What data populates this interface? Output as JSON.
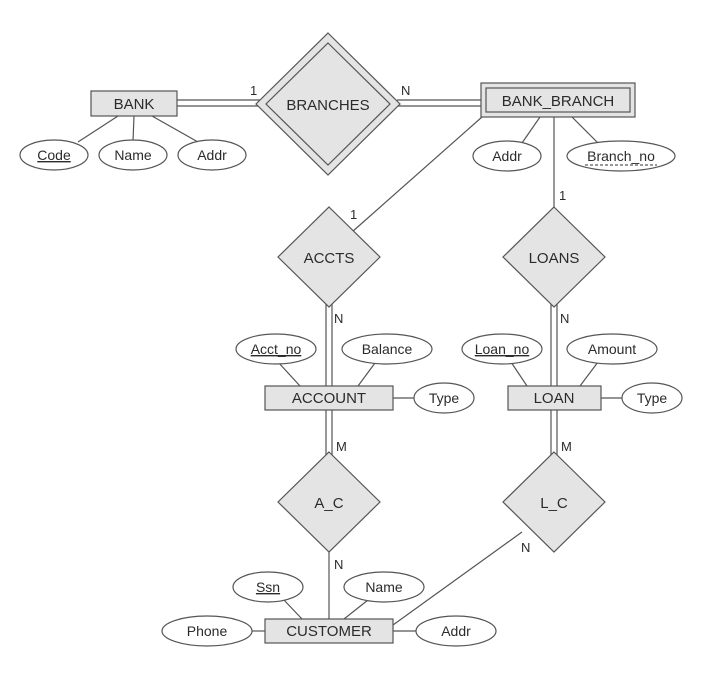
{
  "entities": {
    "bank": "BANK",
    "bank_branch": "BANK_BRANCH",
    "account": "ACCOUNT",
    "loan": "LOAN",
    "customer": "CUSTOMER"
  },
  "relationships": {
    "branches": "BRANCHES",
    "accts": "ACCTS",
    "loans": "LOANS",
    "a_c": "A_C",
    "l_c": "L_C"
  },
  "attributes": {
    "bank_code": "Code",
    "bank_name": "Name",
    "bank_addr": "Addr",
    "branch_addr": "Addr",
    "branch_no": "Branch_no",
    "acct_no": "Acct_no",
    "balance": "Balance",
    "account_type": "Type",
    "loan_no": "Loan_no",
    "amount": "Amount",
    "loan_type": "Type",
    "ssn": "Ssn",
    "customer_name": "Name",
    "phone": "Phone",
    "customer_addr": "Addr"
  },
  "cardinalities": {
    "branches_bank": "1",
    "branches_branch": "N",
    "accts_branch": "1",
    "accts_account": "N",
    "loans_branch": "1",
    "loans_loan": "N",
    "ac_account": "M",
    "ac_customer": "N",
    "lc_loan": "M",
    "lc_customer": "N"
  }
}
